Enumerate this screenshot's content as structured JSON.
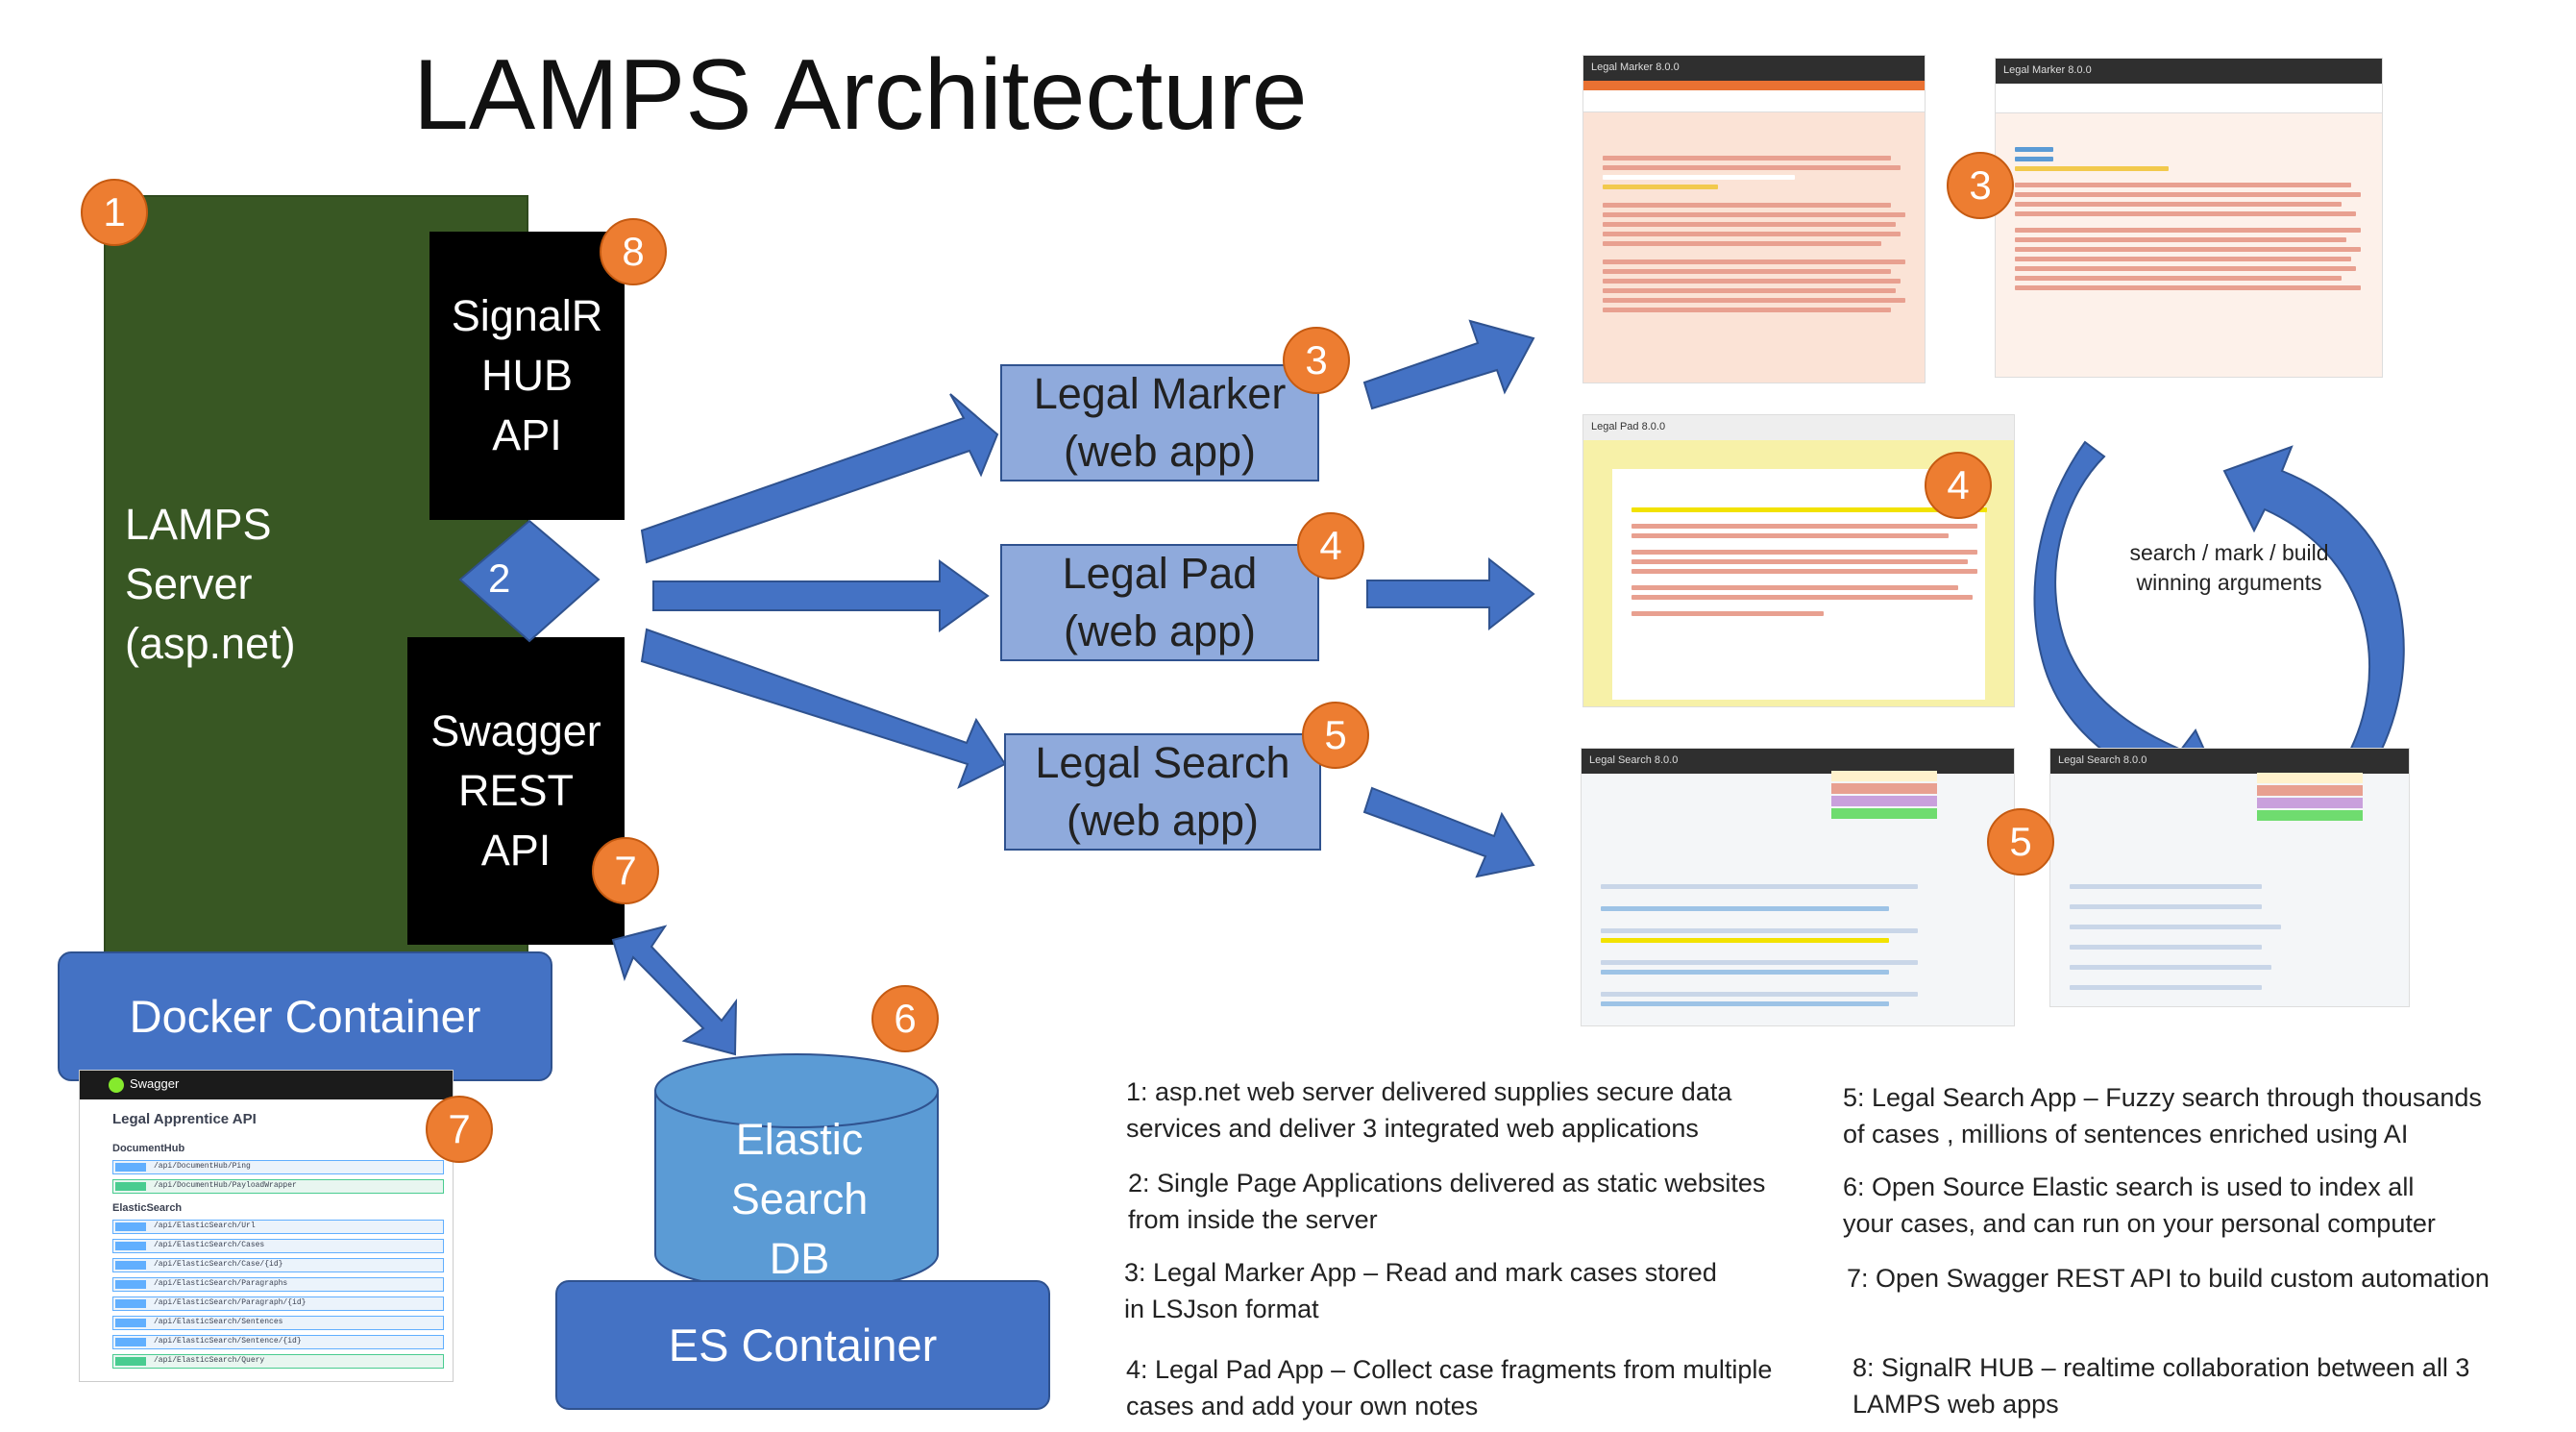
{
  "title": "LAMPS Architecture",
  "server": {
    "label": "LAMPS\nServer\n(asp.net)",
    "badge": "1"
  },
  "signalr": {
    "label": "SignalR\nHUB\nAPI",
    "badge": "8"
  },
  "spa_diamond": {
    "badge": "2"
  },
  "swagger_api": {
    "label": "Swagger\nREST\nAPI",
    "badge": "7"
  },
  "docker_container": {
    "label": "Docker Container"
  },
  "elastic": {
    "label": "Elastic\nSearch\nDB",
    "badge": "6"
  },
  "es_container": {
    "label": "ES  Container"
  },
  "apps": [
    {
      "label": "Legal Marker\n(web app)",
      "badge": "3"
    },
    {
      "label": "Legal Pad\n(web app)",
      "badge": "4"
    },
    {
      "label": "Legal Search\n(web app)",
      "badge": "5"
    }
  ],
  "screenshots": {
    "marker_left": {
      "app": "Legal Marker 8.0.0",
      "badge": "3"
    },
    "marker_right": {
      "app": "Legal Marker 8.0.0"
    },
    "pad": {
      "app": "Legal Pad 8.0.0",
      "badge": "4"
    },
    "search_left": {
      "app": "Legal Search 8.0.0"
    },
    "search_right": {
      "app": "Legal Search 8.0.0",
      "badge": "5"
    }
  },
  "cycle": {
    "label": "search / mark / build\nwinning arguments"
  },
  "swagger_shot": {
    "brand": "Swagger",
    "api_title": "Legal Apprentice API",
    "badge": "7",
    "section_1": "DocumentHub",
    "section_2": "ElasticSearch",
    "endpoints": [
      {
        "method": "GET",
        "path": "/api/DocumentHub/Ping"
      },
      {
        "method": "POST",
        "path": "/api/DocumentHub/PayloadWrapper"
      },
      {
        "method": "GET",
        "path": "/api/ElasticSearch/Url"
      },
      {
        "method": "GET",
        "path": "/api/ElasticSearch/Cases"
      },
      {
        "method": "GET",
        "path": "/api/ElasticSearch/Case/{id}"
      },
      {
        "method": "GET",
        "path": "/api/ElasticSearch/Paragraphs"
      },
      {
        "method": "GET",
        "path": "/api/ElasticSearch/Paragraph/{id}"
      },
      {
        "method": "GET",
        "path": "/api/ElasticSearch/Sentences"
      },
      {
        "method": "GET",
        "path": "/api/ElasticSearch/Sentence/{id}"
      },
      {
        "method": "POST",
        "path": "/api/ElasticSearch/Query"
      }
    ]
  },
  "notes": [
    "1: asp.net web server delivered supplies secure data\nservices and deliver 3 integrated web applications",
    "2: Single Page Applications delivered as static websites\nfrom inside the server",
    "3: Legal Marker App – Read and mark cases stored\nin LSJson format",
    "4: Legal Pad App – Collect case fragments from multiple\ncases and add your own notes",
    "5: Legal Search App – Fuzzy search through thousands\nof cases , millions of sentences enriched using AI",
    "6: Open Source Elastic search is used to index all\nyour cases, and can run on your personal computer",
    "7: Open Swagger REST API to build custom automation",
    "8: SignalR HUB – realtime collaboration between all 3\nLAMPS web apps"
  ],
  "colors": {
    "server_green": "#385723",
    "container_blue": "#4472c4",
    "app_blue": "#8faadc",
    "badge_orange": "#ed7d31",
    "arrow_blue": "#4472c4"
  }
}
